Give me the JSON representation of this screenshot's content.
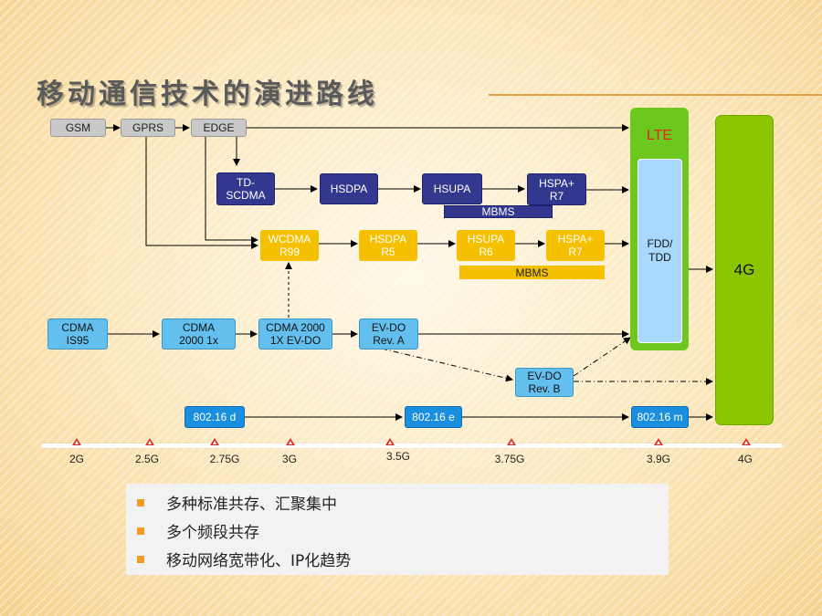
{
  "title": "移动通信技术的演进路线",
  "nodes": {
    "gsm": "GSM",
    "gprs": "GPRS",
    "edge": "EDGE",
    "td_scdma": "TD-\nSCDMA",
    "hsdpa_td": "HSDPA",
    "hsupa_td": "HSUPA",
    "hspa_plus_td": "HSPA+\nR7",
    "mbms_td": "MBMS",
    "wcdma": "WCDMA\nR99",
    "hsdpa_r5": "HSDPA\nR5",
    "hsupa_r6": "HSUPA\nR6",
    "hspa_plus_r7": "HSPA+\nR7",
    "mbms_wcdma": "MBMS",
    "cdma_is95": "CDMA\nIS95",
    "cdma2000_1x": "CDMA\n2000 1x",
    "cdma2000_evdo": "CDMA 2000\n1X EV-DO",
    "evdo_rev_a": "EV-DO\nRev. A",
    "evdo_rev_b": "EV-DO\nRev. B",
    "wimax_d": "802.16 d",
    "wimax_e": "802.16 e",
    "wimax_m": "802.16 m",
    "lte": "LTE",
    "fdd_tdd": "FDD/\nTDD",
    "four_g": "4G"
  },
  "timeline": [
    "2G",
    "2.5G",
    "2.75G",
    "3G",
    "3.5G",
    "3.75G",
    "3.9G",
    "4G"
  ],
  "bullets": [
    "多种标准共存、汇聚集中",
    "多个频段共存",
    "移动网络宽带化、IP化趋势"
  ],
  "colors": {
    "gray": "#c9c9c9",
    "navy": "#33388f",
    "gold": "#f5c000",
    "sky": "#63c0ee",
    "lte_green": "#6cc81e",
    "four_g_green": "#8cc600",
    "lte_text": "#e3241a",
    "bullet_orange": "#f39b2a",
    "tick_red": "#d83227"
  }
}
